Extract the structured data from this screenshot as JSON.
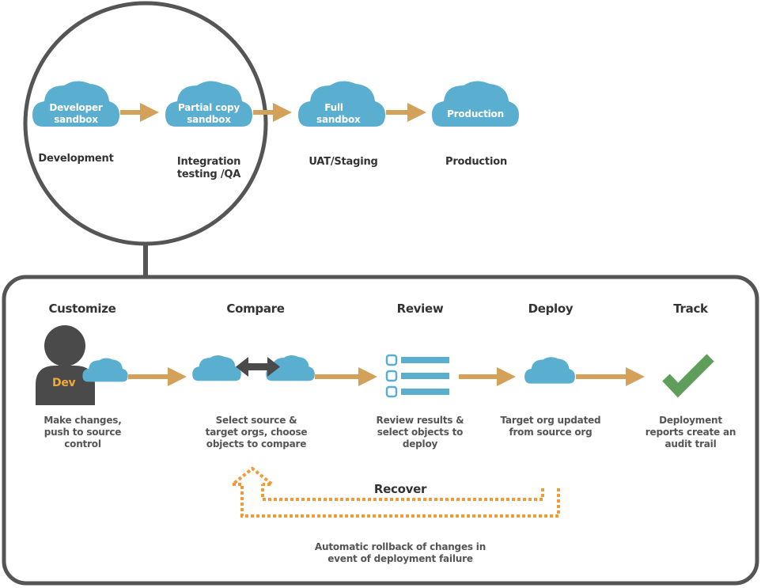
{
  "colors": {
    "cloud": "#5aaed0",
    "arrow": "#d3a15a",
    "frame": "#555555",
    "person": "#4a4a4a",
    "dev_text": "#f0a93b",
    "check": "#5f9e5a",
    "rollback": "#f19a38",
    "list": "#5aaed0"
  },
  "environments": [
    {
      "cloud_label": "Developer sandbox",
      "stage": "Development"
    },
    {
      "cloud_label": "Partial copy sandbox",
      "stage": "Integration testing /QA"
    },
    {
      "cloud_label": "Full sandbox",
      "stage": "UAT/Staging"
    },
    {
      "cloud_label": "Production",
      "stage": "Production"
    }
  ],
  "steps": [
    {
      "title": "Customize",
      "description": "Make changes, push to source control",
      "icon": "developer-person-with-cloud"
    },
    {
      "title": "Compare",
      "description": "Select source & target orgs, choose objects to compare",
      "icon": "two-clouds-double-arrow"
    },
    {
      "title": "Review",
      "description": "Review results & select objects to deploy",
      "icon": "checklist-icon"
    },
    {
      "title": "Deploy",
      "description": "Target org updated from source org",
      "icon": "cloud-icon"
    },
    {
      "title": "Track",
      "description": "Deployment reports create an audit trail",
      "icon": "checkmark-icon"
    }
  ],
  "dev_badge": "Dev",
  "recover": {
    "title": "Recover",
    "description": "Automatic rollback of changes in event of deployment failure"
  }
}
